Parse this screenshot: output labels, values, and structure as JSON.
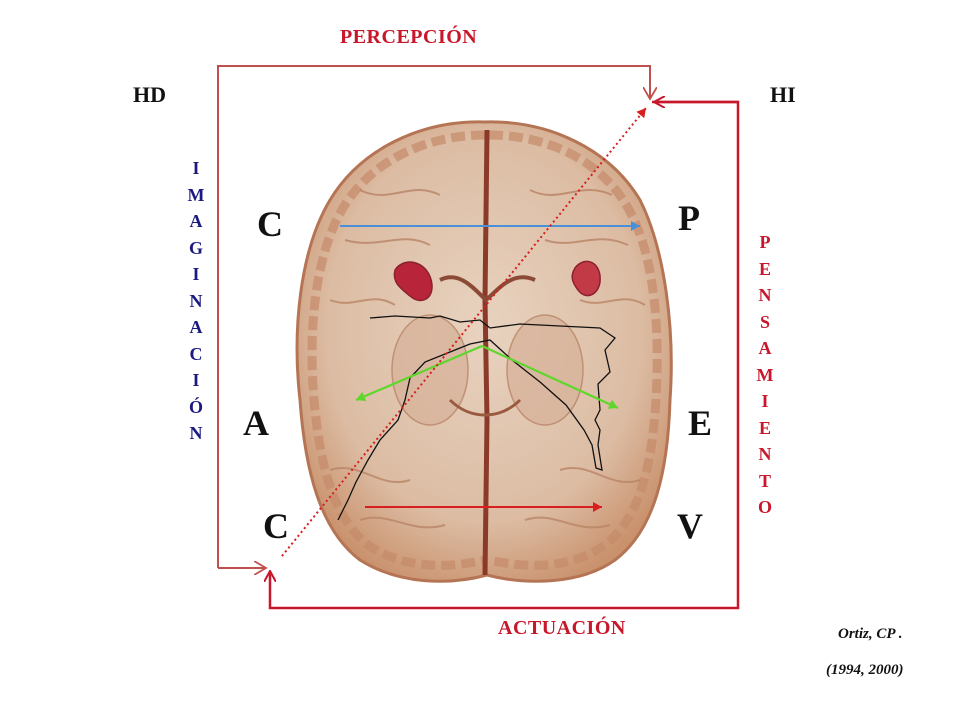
{
  "labels": {
    "top": "PERCEPCIÓN",
    "bottom": "ACTUACIÓN",
    "left_hemisphere": "HD",
    "right_hemisphere": "HI",
    "left_vertical": [
      "I",
      "M",
      "A",
      "G",
      "I",
      "N",
      "A",
      "C",
      "I",
      "Ó",
      "N"
    ],
    "right_vertical": [
      "P",
      "E",
      "N",
      "S",
      "A",
      "M",
      "I",
      "E",
      "N",
      "T",
      "O"
    ]
  },
  "quadrant_letters": {
    "top_left": "C",
    "top_right": "P",
    "middle_left": "A",
    "middle_right": "E",
    "bottom_left": "C",
    "bottom_right": "V"
  },
  "credit": {
    "author": "Ortiz, CP .",
    "years": "(1994, 2000)"
  },
  "colors": {
    "red": "#c8162a",
    "frame_left_top": "#c0504d",
    "blue_text": "#1a1a80",
    "blue_arrow": "#4a90d9",
    "green_arrow": "#5fd62c",
    "brain_tissue": "#d9b9a0",
    "brain_cortex": "#c48a6a"
  }
}
